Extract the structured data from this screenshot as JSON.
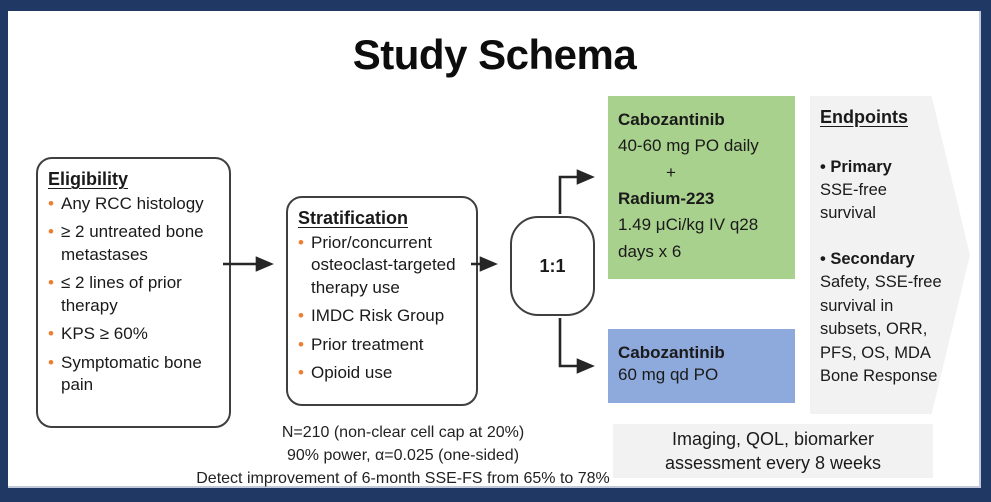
{
  "slide": {
    "title": "Study Schema"
  },
  "eligibility": {
    "heading": "Eligibility",
    "items": [
      "Any RCC histology",
      "≥ 2 untreated bone metastases",
      "≤ 2 lines of prior therapy",
      "KPS ≥ 60%",
      "Symptomatic bone pain"
    ]
  },
  "stratification": {
    "heading": "Stratification",
    "items": [
      "Prior/concurrent osteoclast-targeted therapy use",
      "IMDC Risk Group",
      "Prior treatment",
      "Opioid use"
    ]
  },
  "randomization": {
    "ratio": "1:1"
  },
  "arms": {
    "experimental": {
      "drug1_name": "Cabozantinib",
      "drug1_dose": "40-60 mg PO daily",
      "plus_sign": "+",
      "drug2_name": "Radium-223",
      "drug2_dose": "1.49 μCi/kg IV q28 days x 6",
      "fill_color": "#A9D18E"
    },
    "control": {
      "drug_name": "Cabozantinib",
      "drug_dose": "60 mg qd PO",
      "fill_color": "#8EAADC"
    }
  },
  "endpoints": {
    "heading": "Endpoints",
    "primary_label": "• Primary",
    "primary_lines": [
      "SSE-free",
      "survival"
    ],
    "secondary_label": "• Secondary",
    "secondary_lines": [
      "Safety, SSE-free",
      "survival in",
      "subsets, ORR,",
      "PFS, OS, MDA",
      "Bone Response"
    ],
    "fill_color": "#F2F2F2"
  },
  "assessment_note": {
    "lines": [
      "Imaging, QOL, biomarker",
      "assessment every 8 weeks"
    ],
    "fill_color": "#F2F2F2"
  },
  "statistics": {
    "lines": [
      "N=210 (non-clear cell cap at 20%)",
      "90% power, α=0.025 (one-sided)",
      "Detect improvement of 6-month SSE-FS from 65% to 78%"
    ]
  },
  "style": {
    "frame_color": "#1F3864",
    "bullet_color": "#ED7D31",
    "bullet_char": "•",
    "box_border_color": "#3F3F3F",
    "arrow_color": "#262626"
  }
}
